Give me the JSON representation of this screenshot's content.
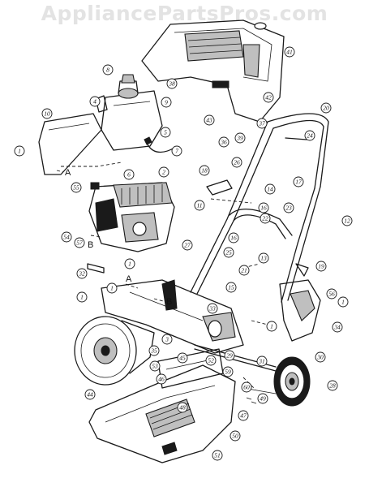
{
  "watermark": "AppliancePartsPros.com",
  "callouts": [
    "1",
    "2",
    "3",
    "4",
    "5",
    "6",
    "7",
    "8",
    "9",
    "10",
    "11",
    "12",
    "13",
    "14",
    "15",
    "16",
    "17",
    "18",
    "19",
    "20",
    "21",
    "22",
    "23",
    "24",
    "25",
    "26",
    "27",
    "28",
    "29",
    "30",
    "31",
    "32",
    "33",
    "34",
    "35",
    "36",
    "37",
    "38",
    "39",
    "41",
    "42",
    "43",
    "44",
    "45",
    "46",
    "47",
    "48",
    "49",
    "50",
    "51",
    "52",
    "53",
    "54",
    "55",
    "56",
    "57",
    "59",
    "60"
  ],
  "reference_letters": [
    "A",
    "B"
  ]
}
